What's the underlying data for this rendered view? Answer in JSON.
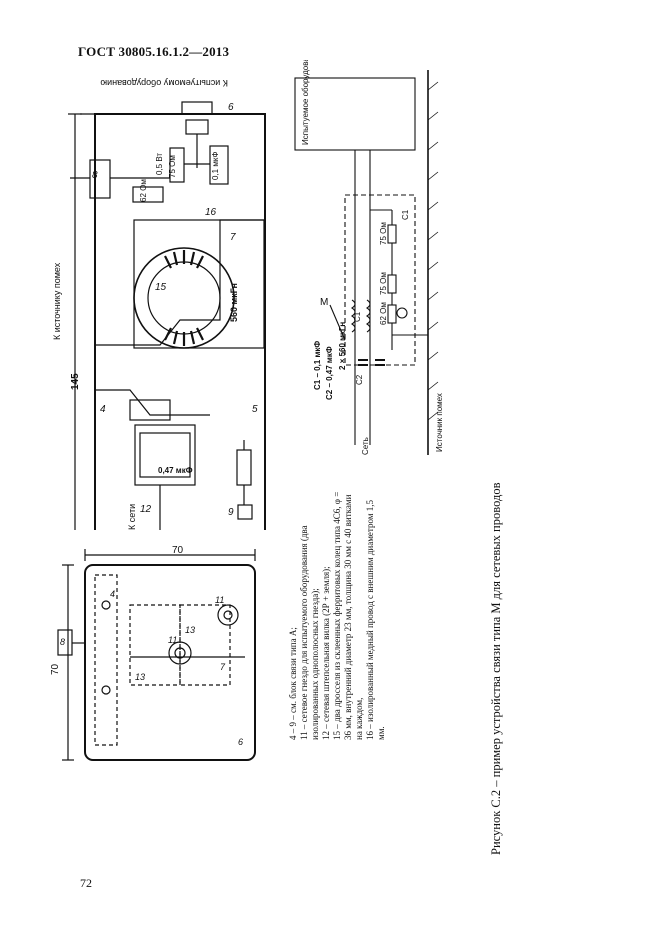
{
  "header": {
    "standard": "ГОСТ 30805.16.1.2—2013"
  },
  "page_number": "72",
  "caption": "Рисунок С.2 – пример устройства связи типа М для сетевых проводов",
  "notes": [
    "4 – 9 – см. блок связи типа А;",
    "11 – сетевое гнездо для испытуемого оборудования (два изолированных однополюсных гнезда);",
    "12 – сетевая штепсельная вилка (2Р + земля);",
    "15 – два дросселя из склеенных ферритовых колец типа 4С6, φ = 36 мм, внутренний диаметр 23 мм, толщина 30 мм с 40 витками на каждом,",
    "16 – изолированный медный провод с внешним диаметром 1,5 мм."
  ],
  "top_view": {
    "label_to_eut": "К испытуемому оборудованию",
    "label_to_noise": "К источнику помех",
    "label_to_mains": "К сети",
    "dim_145": "145",
    "cap_01": "0,1 мкФ",
    "res_75_top": "75 Ом",
    "res_62_top": "62 Ом",
    "power_05": "0,5 Вт",
    "choke_560": "560 мкГн",
    "cap_047": "0,47 мкФ",
    "n4": "4",
    "n5": "5",
    "n6": "6",
    "n7": "7",
    "n8": "8",
    "n9": "9",
    "n12": "12",
    "n15": "15",
    "n16": "16"
  },
  "front_view": {
    "dim_70_top": "70",
    "dim_70_left": "70",
    "n4": "4",
    "n6": "6",
    "n7": "7",
    "n8": "8",
    "n11a": "11",
    "n11b": "11",
    "n13a": "13",
    "n13b": "13"
  },
  "schematic": {
    "eut_label": "Испытуемое оборудование",
    "noise_label": "Источник помех",
    "mains_label": "Сеть",
    "M_label": "M",
    "c1_label": "С1 – 0,1 мкФ",
    "c2_label": "С2 – 0,47 мкФ",
    "choke_label": "2 × 560 мкГн",
    "r75a": "75 Ом",
    "r75b": "75 Ом",
    "r62": "62 Ом",
    "c1_tag": "С1",
    "c2_tag": "С2",
    "cc1": "С1"
  }
}
